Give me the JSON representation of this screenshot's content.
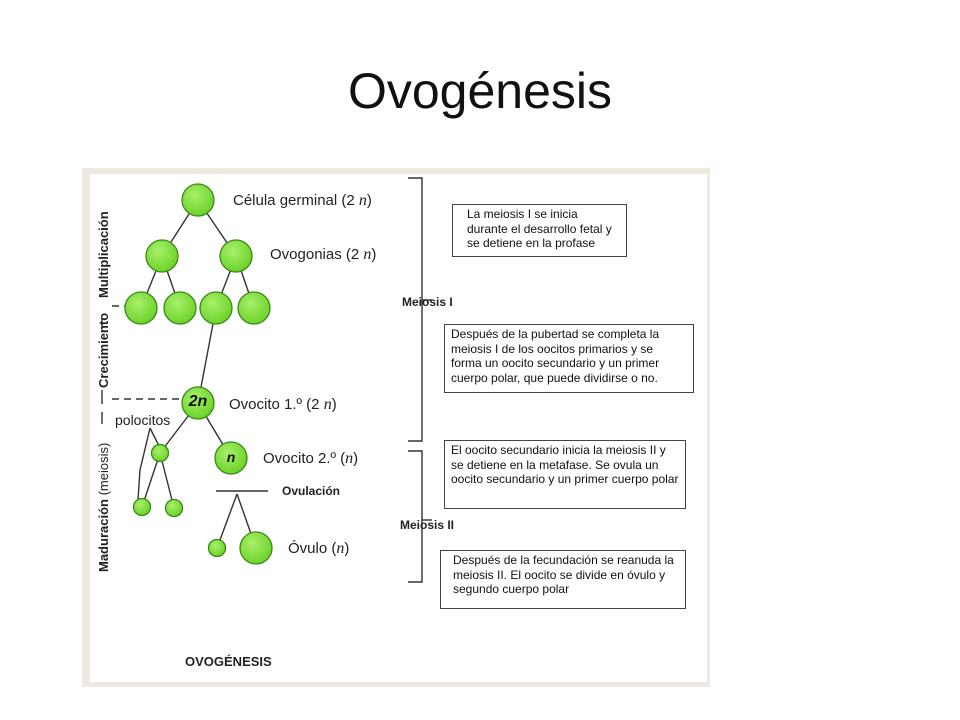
{
  "title": "Ovogénesis",
  "figure": {
    "footer": "OVOGÉNESIS",
    "labels": {
      "celula_germinal": "Célula germinal (2",
      "celula_germinal_n": "n",
      "celula_germinal_close": ")",
      "ovogonias": "Ovogonias (2",
      "ovogonias_n": "n",
      "ovogonias_close": ")",
      "ovocito1": "Ovocito 1.º (2",
      "ovocito1_n": "n",
      "ovocito1_close": ")",
      "ovocito2": "Ovocito 2.º (",
      "ovocito2_n": "n",
      "ovocito2_close": ")",
      "ovulacion": "Ovulación",
      "ovulo": "Óvulo (",
      "ovulo_n": "n",
      "ovulo_close": ")",
      "polocitos": "polocitos"
    },
    "cell_marks": {
      "ovocito1": "2n",
      "ovocito2": "n"
    },
    "stages": {
      "multiplicacion": "Multiplicación",
      "crecimiento": "Crecimiento",
      "maduracion": "Maduración",
      "meiosis_paren": "(meiosis)"
    },
    "phases": {
      "meiosis1": "Meiosis I",
      "meiosis2": "Meiosis II"
    },
    "notes": [
      "La meiosis I se inicia durante el desarrollo fetal y se detiene en la profase",
      "Después de la pubertad se completa la meiosis I de los oocitos primarios y se forma un oocito secundario y un primer cuerpo polar, que puede dividirse o no.",
      "El oocito secundario inicia la meiosis II y se detiene en la metafase. Se ovula un oocito secundario y un primer cuerpo polar",
      "Después de la fecundación se reanuda la meiosis II. El oocito se divide en óvulo y segundo cuerpo polar"
    ],
    "colors": {
      "cell_fill": "#7ee03a",
      "cell_stroke": "#3a8a14",
      "line": "#333333",
      "frame": "#ede9e0"
    }
  }
}
